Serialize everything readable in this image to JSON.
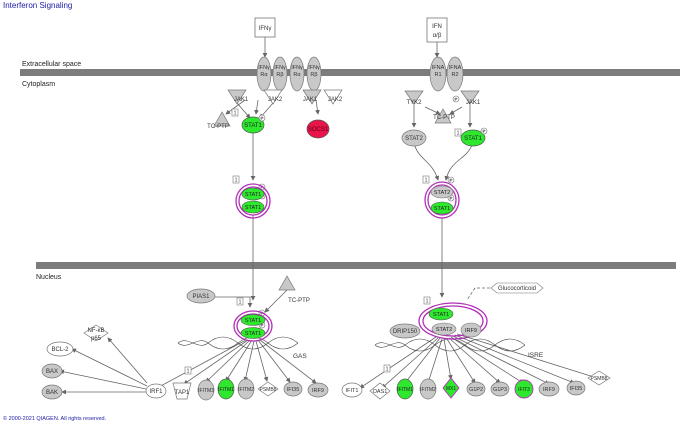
{
  "title": "Interferon Signaling",
  "copyright": "© 2000-2021 QIAGEN. All rights reserved.",
  "regions": {
    "extracellular": "Extracellular space",
    "cytoplasm": "Cytoplasm",
    "nucleus": "Nucleus"
  },
  "colors": {
    "node_fill": "#c8c8c8",
    "node_stroke": "#777777",
    "up_regulated": "#2ee82e",
    "down_regulated": "#e8144a",
    "complex_ring": "#b12fb8",
    "membrane": "#7c7c7c",
    "title_text": "#1a1aa6"
  },
  "ligands": {
    "ifng": "IFNγ",
    "ifnab_line1": "IFN",
    "ifnab_line2": "α/β"
  },
  "receptors": {
    "ifngr_a1": "IFNγ\nRα",
    "ifngr_b1": "IFNγ\nRβ",
    "ifngr_a2": "IFNγ\nRα",
    "ifngr_b2": "IFNγ\nRβ",
    "ifnar1": "IFNA\nR1",
    "ifnar2": "IFNA\nR2"
  },
  "cytoplasm_nodes": {
    "jak1_a": "JAK1",
    "jak2_a": "JAK2",
    "jak1_b": "JAK1",
    "jak2_b": "JAK2",
    "tcptp_a": "TC-PTP",
    "stat1_a": "STAT1",
    "socs1": "SOCS1",
    "tyk2": "TYK2",
    "jak1_c": "JAK1",
    "tcptp_b": "TC-PTP",
    "stat2_a": "STAT2",
    "stat1_b": "STAT1"
  },
  "complexes": {
    "gaf_top": "STAT1",
    "gaf_bottom": "STAT1",
    "isgf_top": "STAT2",
    "isgf_bottom": "STAT1",
    "nuc_gaf_top": "STAT1",
    "nuc_gaf_bottom": "STAT1",
    "nuc_isgf_stat1": "STAT1",
    "nuc_isgf_stat2": "STAT2",
    "nuc_isgf_irf9": "IRF9"
  },
  "nucleus_nodes": {
    "pias1": "PIAS1",
    "tcptp_c": "TC-PTP",
    "nfkb_line1": "NF-κB",
    "nfkb_line2": "p65",
    "bcl2": "BCL-2",
    "bax": "BAX",
    "bak": "BAK",
    "irf1_a": "IRF1",
    "tap1": "TAP1",
    "ifitm3_a": "IFITM3",
    "ifitm1_a": "IFITM1",
    "ifitm2_a": "IFITM2",
    "psmb8_a": "PSMB8",
    "ifi35_a": "IFI35",
    "irf9_a": "IRF9",
    "dripl": "DRIP150",
    "glucocorticoid": "Glucocorticoid",
    "ifit1": "IFIT1",
    "oas1": "OAS1",
    "ifitm1_b": "IFITM1",
    "ifitm2_b": "IFITM2",
    "mx1": "MX1",
    "g1p2": "G1P2",
    "g1p3": "G1P3",
    "ifit3": "IFIT3",
    "irf9_b": "IRF9",
    "ifi35_b": "IFI35",
    "psmb8_b": "PSMB8"
  },
  "sites": {
    "gas": "GAS",
    "isre": "ISRE"
  },
  "markers": {
    "count": "1",
    "phospho": "P"
  }
}
